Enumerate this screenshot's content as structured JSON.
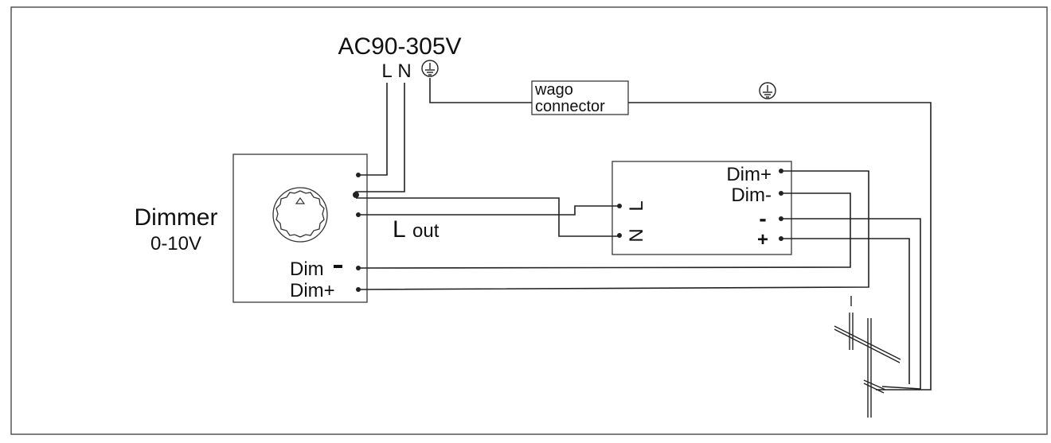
{
  "supply": {
    "voltage": "AC90-305V",
    "line": "L",
    "neutral": "N"
  },
  "wago": {
    "line1": "wago",
    "line2": "connector"
  },
  "dimmer": {
    "title": "Dimmer",
    "range": "0-10V",
    "lout": "L",
    "lout_suffix": "out",
    "dim_minus": "Dim",
    "dim_plus": "Dim+"
  },
  "driver": {
    "input_l": "L",
    "input_n": "N",
    "dim_plus": "Dim+",
    "dim_minus": "Dim-",
    "out_minus": "-",
    "out_plus": "+"
  },
  "icons": {
    "ground": "ground-icon",
    "dimmer_knob": "dimmer-knob-icon",
    "led_fixture": "led-fixture-icon"
  },
  "colors": {
    "line": "#222222",
    "box": "#444444"
  }
}
